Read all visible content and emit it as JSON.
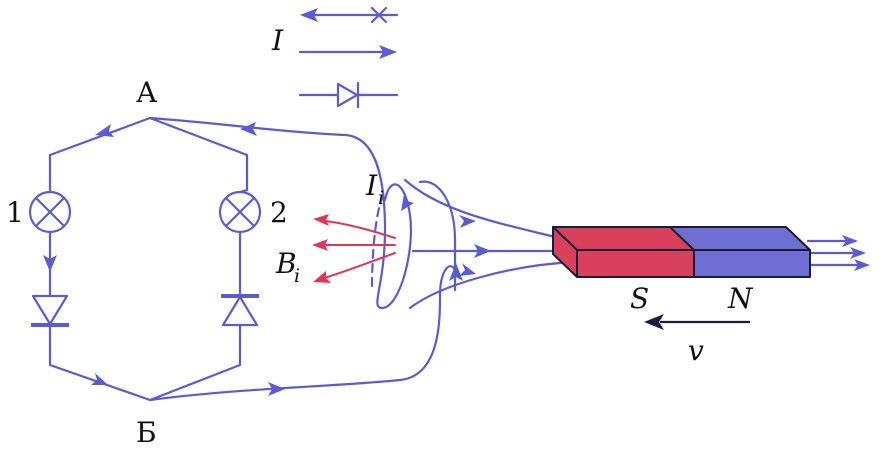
{
  "legend": {
    "current_symbol": "I",
    "rows": [
      "cross-arrow",
      "arrow",
      "diode"
    ]
  },
  "nodes": {
    "top": "А",
    "bottom": "Б"
  },
  "lamps": {
    "left": "1",
    "right": "2"
  },
  "labels": {
    "induced_current": "I",
    "induced_current_sub": "i",
    "induced_field": "B",
    "induced_field_sub": "i",
    "velocity": "v"
  },
  "magnet": {
    "south": "S",
    "north": "N",
    "south_color": "#d9405c",
    "north_color": "#6f6fd3"
  },
  "colors": {
    "wire": "#5b5bd6",
    "field": "#e0365a"
  }
}
